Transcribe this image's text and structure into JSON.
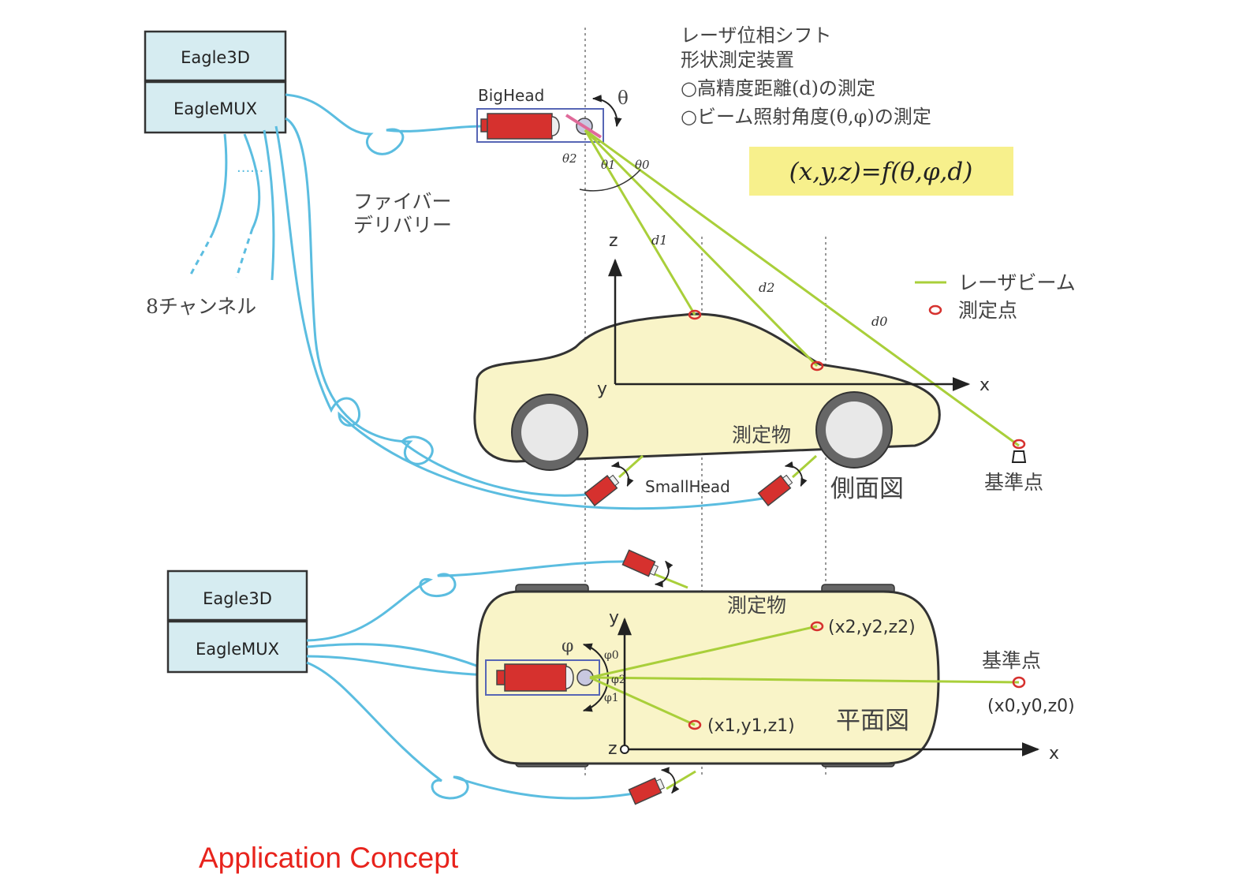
{
  "top_controller": {
    "box1": "Eagle3D",
    "box2": "EagleMUX"
  },
  "bottom_controller": {
    "box1": "Eagle3D",
    "box2": "EagleMUX"
  },
  "channels_label": "8チャンネル",
  "fiber_dots": "......",
  "fiber_label": {
    "line1": "ファイバー",
    "line2": "デリバリー"
  },
  "big_head_label": "BigHead",
  "small_head_label": "SmallHead",
  "theta_symbol": "θ",
  "phi_symbol": "φ",
  "device_desc": {
    "line1": "レーザ位相シフト",
    "line2": "形状測定装置",
    "line3": "○高精度距離(d)の測定",
    "line4": "○ビーム照射角度(θ,φ)の測定"
  },
  "formula": "(x,y,z)=f(θ,φ,d)",
  "formula_bg": "#f7f08c",
  "legend": {
    "beam": "レーザビーム",
    "point": "測定点"
  },
  "side_view": {
    "angles": {
      "t2": "θ2",
      "t1": "θ1",
      "t0": "θ0"
    },
    "distances": {
      "d1": "d1",
      "d2": "d2",
      "d0": "d0"
    },
    "axes": {
      "z": "z",
      "y": "y",
      "x": "x"
    },
    "object_label": "測定物",
    "view_label": "側面図",
    "reference_label": "基準点"
  },
  "top_view": {
    "angles": {
      "p0": "φ0",
      "p2": "φ2",
      "p1": "φ1"
    },
    "axes": {
      "y": "y",
      "z": "z",
      "x": "x"
    },
    "object_label": "測定物",
    "view_label": "平面図",
    "reference_label": "基準点",
    "point2": "(x2,y2,z2)",
    "point1": "(x1,y1,z1)",
    "point0": "(x0,y0,z0)"
  },
  "caption": "Application Concept",
  "colors": {
    "fiber": "#5bbde0",
    "beam": "#a9cf3a",
    "sensor": "#d6312e",
    "controller": "#d6ecf1",
    "car_body": "#f9f4c8",
    "caption": "#e8231c"
  }
}
